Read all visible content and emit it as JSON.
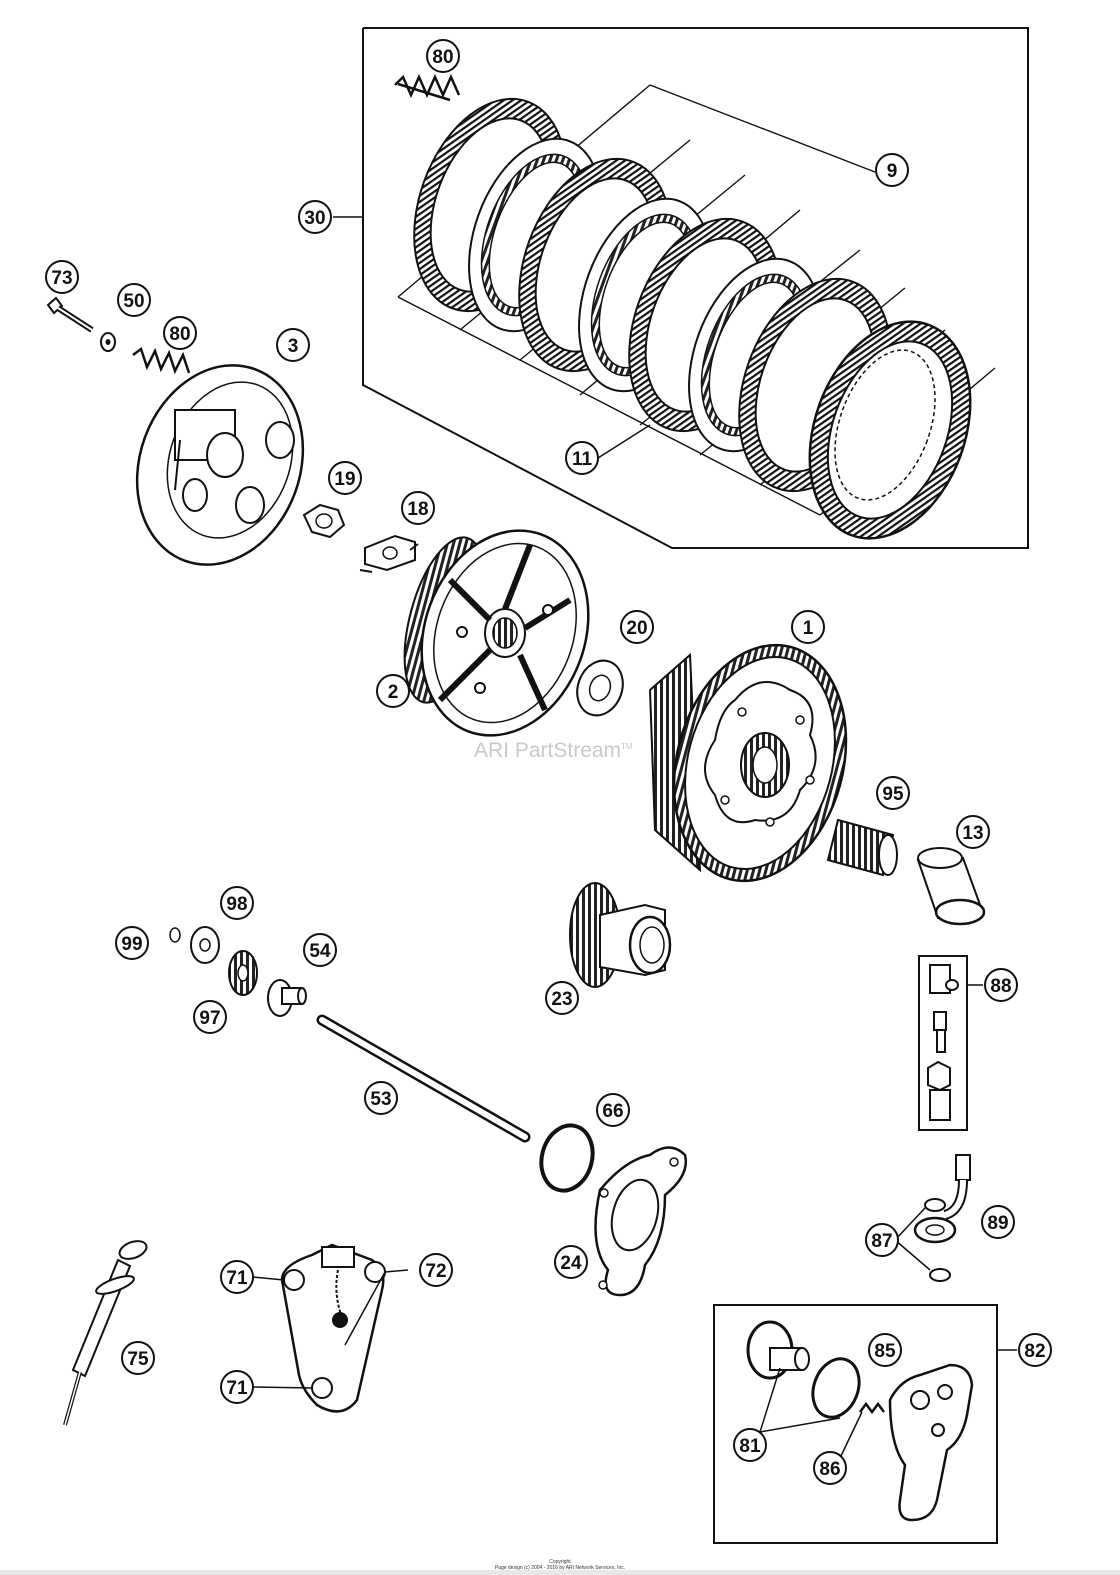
{
  "watermark": {
    "brand": "ARI PartStream",
    "mark": "TM"
  },
  "copyright": {
    "line1": "Copyright",
    "line2": "Page design (c) 2004 - 2016 by ARI Network Services, Inc."
  },
  "callouts": {
    "c1": "1",
    "c2": "2",
    "c3": "3",
    "c9": "9",
    "c11": "11",
    "c13": "13",
    "c18": "18",
    "c19": "19",
    "c20": "20",
    "c23": "23",
    "c24": "24",
    "c30": "30",
    "c50": "50",
    "c53": "53",
    "c54": "54",
    "c66": "66",
    "c71a": "71",
    "c71b": "71",
    "c72": "72",
    "c73": "73",
    "c75": "75",
    "c80a": "80",
    "c80b": "80",
    "c81": "81",
    "c82": "82",
    "c85": "85",
    "c86": "86",
    "c87": "87",
    "c88": "88",
    "c89": "89",
    "c95": "95",
    "c97": "97",
    "c98": "98",
    "c99": "99"
  }
}
